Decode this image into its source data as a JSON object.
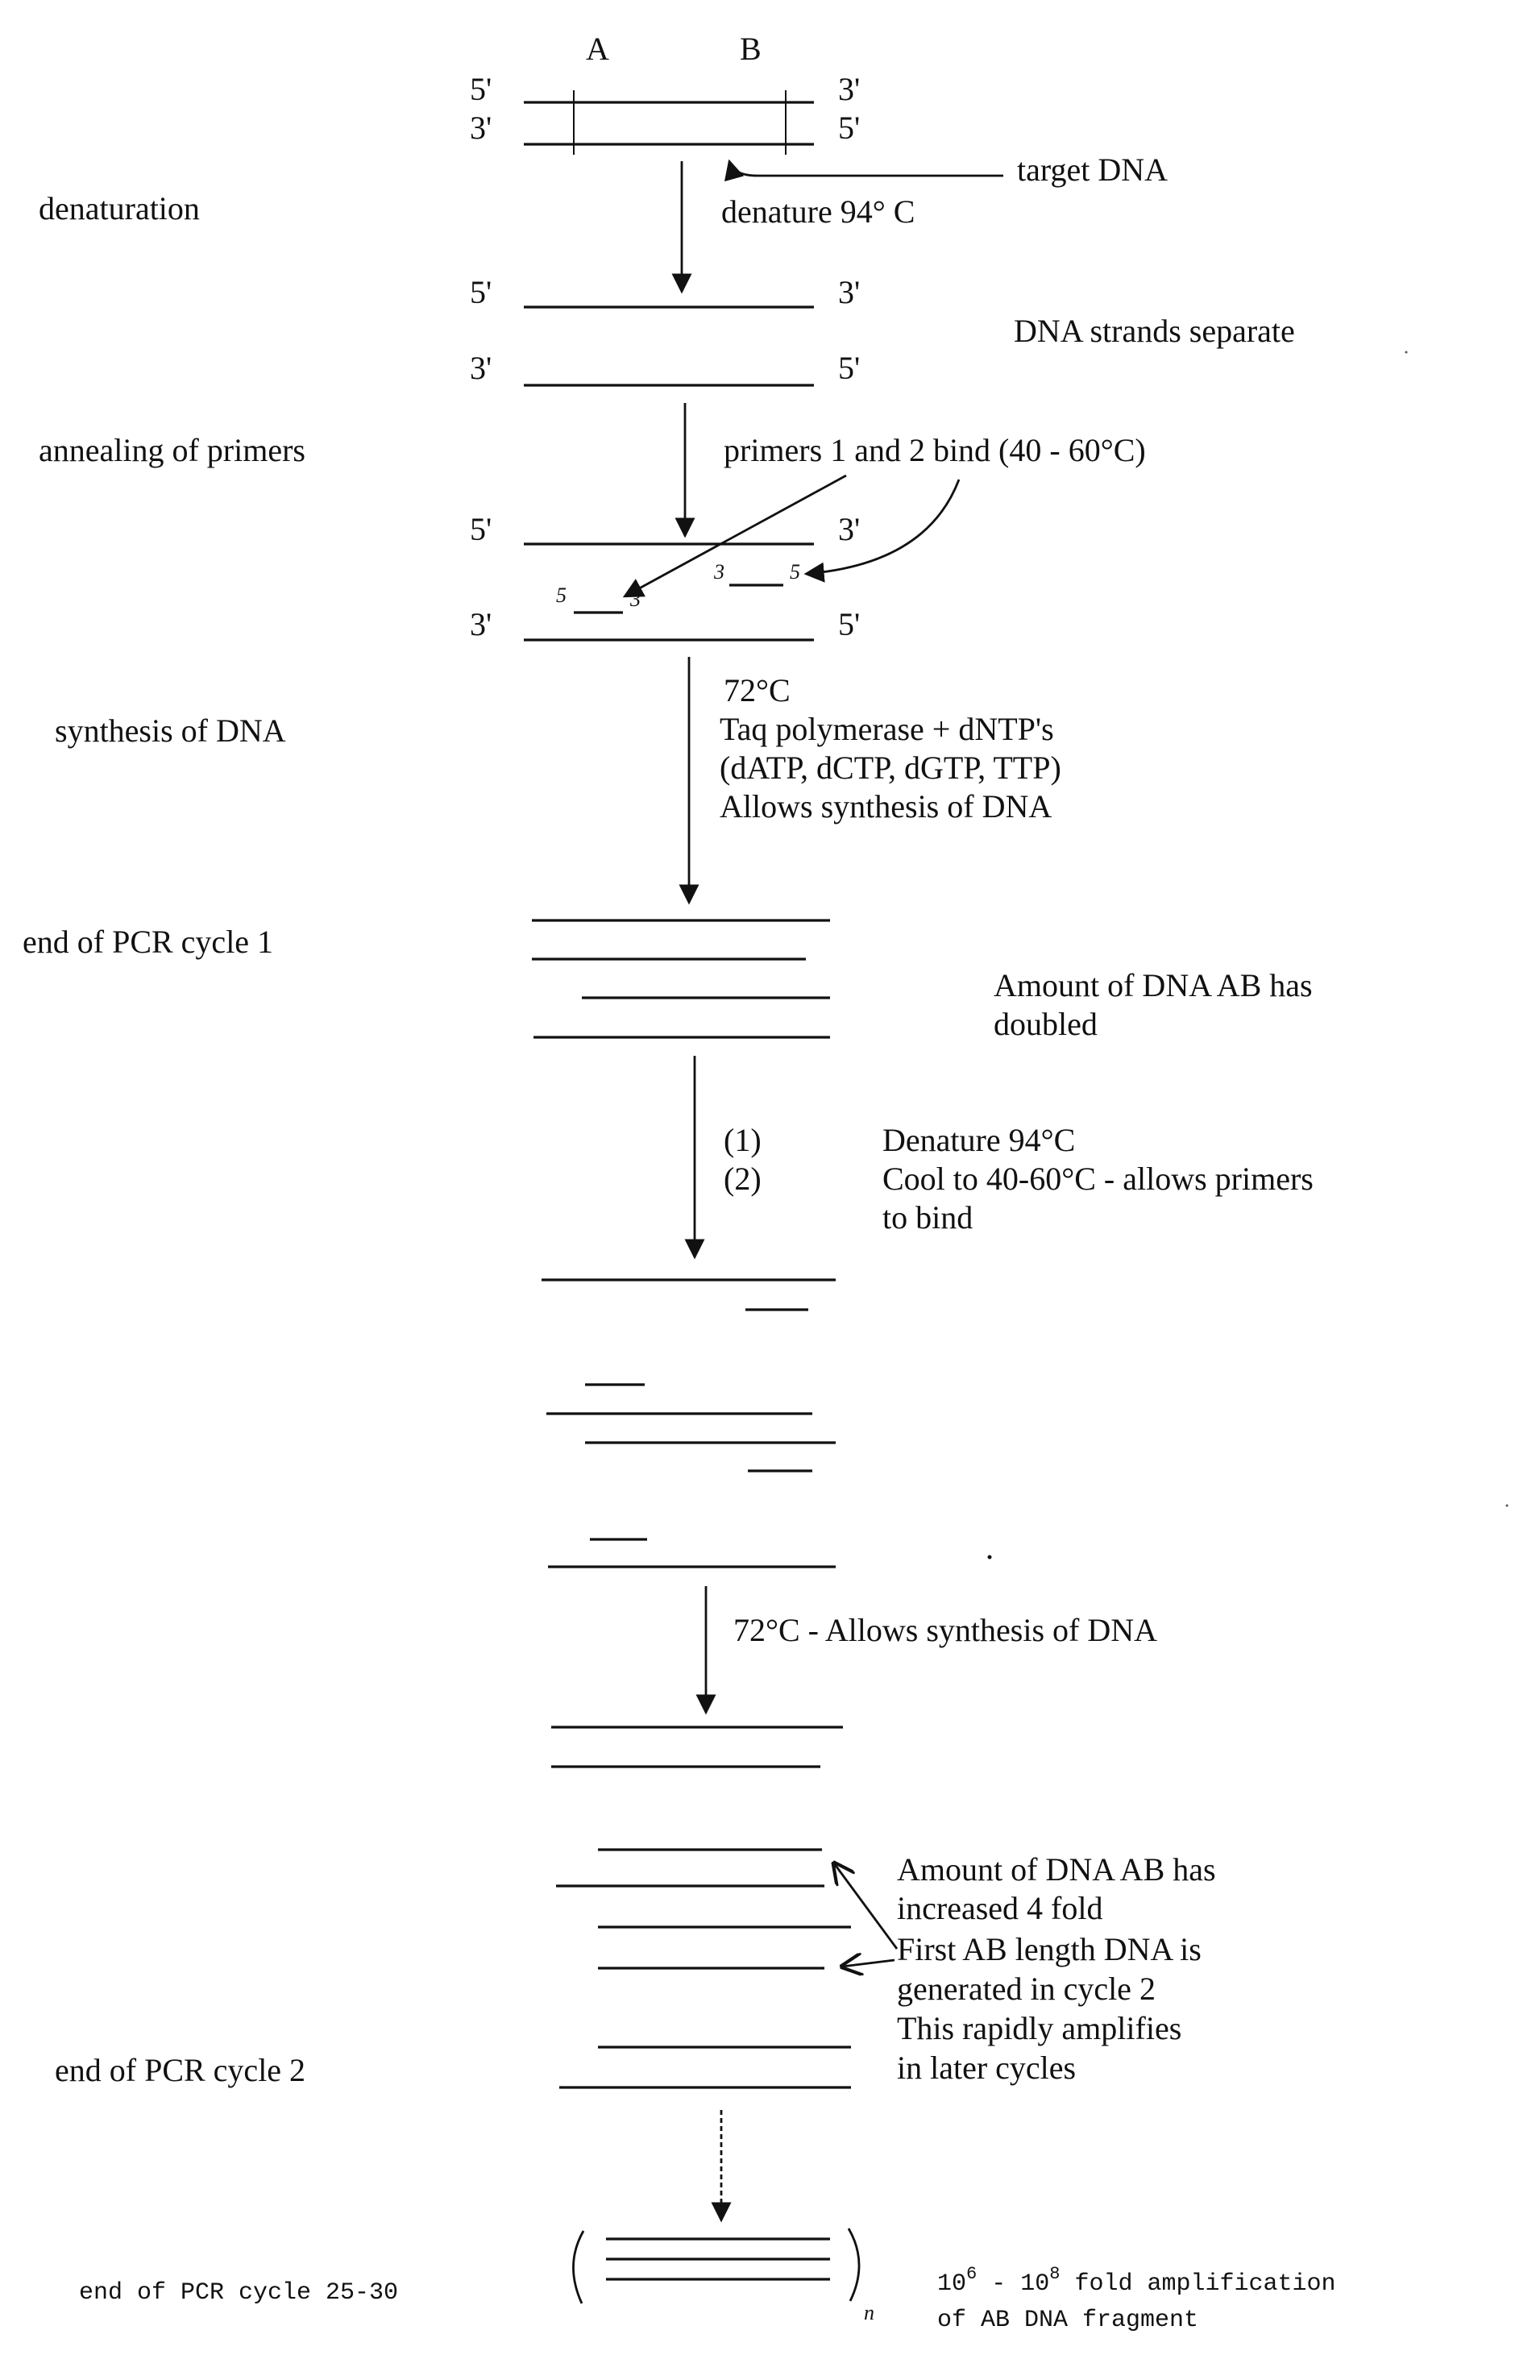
{
  "labels": {
    "a": "A",
    "b": "B",
    "five_prime": "5'",
    "three_prime": "3'",
    "primer_five": "5",
    "primer_three": "3"
  },
  "steps": {
    "denaturation": "denaturation",
    "annealing": "annealing of primers",
    "synthesis": "synthesis of DNA",
    "end_cycle_1": "end of PCR cycle 1",
    "end_cycle_2": "end of PCR cycle 2",
    "end_cycle_25_30": "end of PCR cycle 25-30"
  },
  "notes": {
    "target_dna": "target DNA",
    "denature_94": "denature 94° C",
    "strands_separate": "DNA strands separate",
    "primers_bind": "primers 1 and 2 bind (40 - 60°C)",
    "syn_line1": "72°C",
    "syn_line2": "Taq polymerase + dNTP's",
    "syn_line3": "(dATP, dCTP, dGTP, TTP)",
    "syn_line4": "Allows synthesis of DNA",
    "doubled_line1": "Amount of DNA AB has",
    "doubled_line2": "doubled",
    "cycle2_num1": "(1)",
    "cycle2_num2": "(2)",
    "cycle2_step1": "Denature 94°C",
    "cycle2_step2a": "Cool to 40-60°C - allows primers",
    "cycle2_step2b": "to bind",
    "syn_72": "72°C - Allows synthesis of DNA",
    "fourfold_line1": "Amount of DNA AB has",
    "fourfold_line2": "increased 4 fold",
    "first_ab_line1": "First AB length DNA is",
    "first_ab_line2": "generated in cycle 2",
    "first_ab_line3": "This rapidly amplifies",
    "first_ab_line4": "in later cycles",
    "ampl_base1": "10",
    "ampl_exp1": "6",
    "ampl_dash": " - ",
    "ampl_base2": "10",
    "ampl_exp2": "8",
    "ampl_rest": " fold amplification",
    "ampl_line2": "of AB DNA fragment",
    "n_mark": "n"
  }
}
